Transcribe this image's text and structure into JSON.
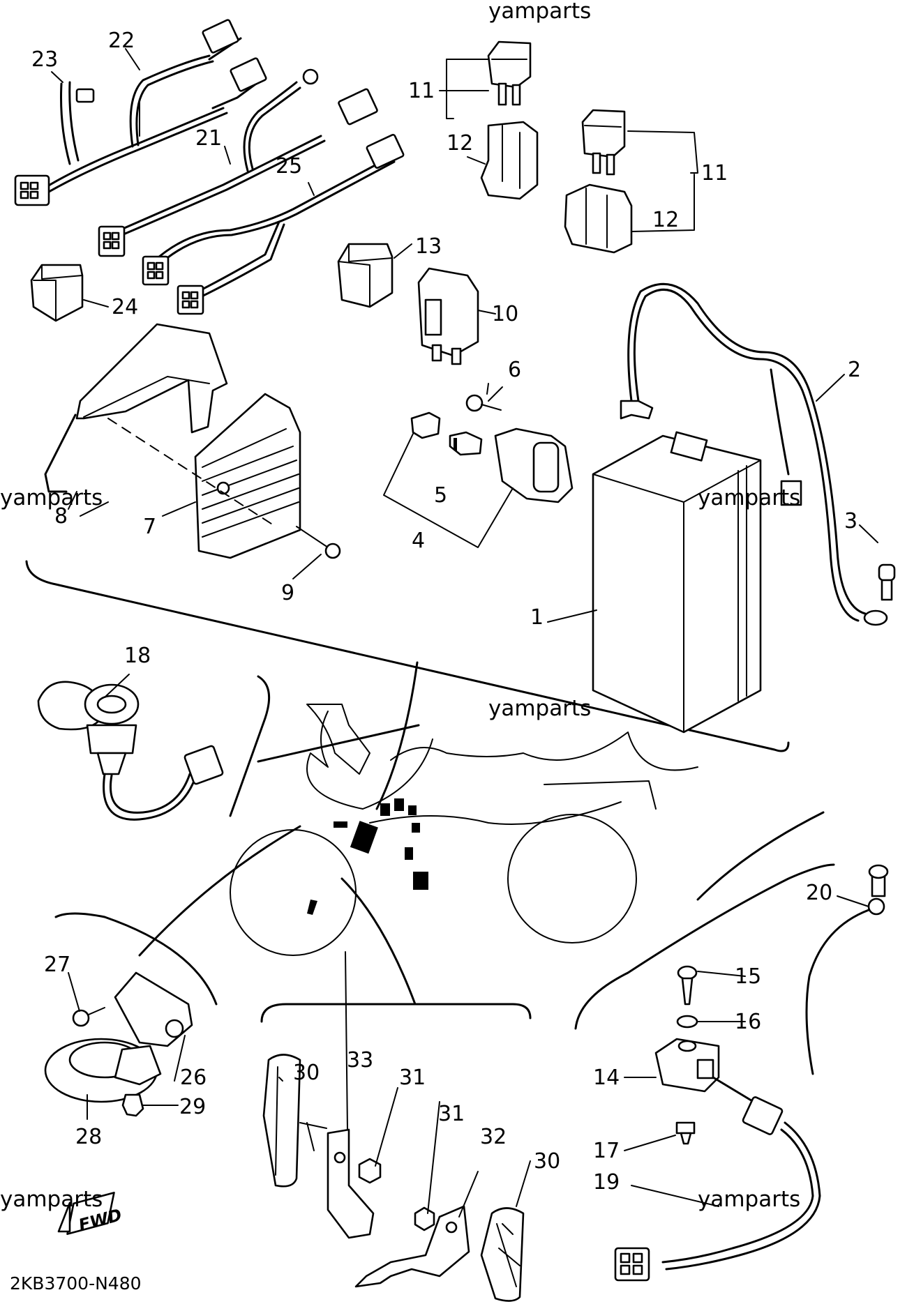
{
  "diagram": {
    "code": "2KB3700-N480",
    "fwd_label": "FWD",
    "watermarks": [
      "yamparts",
      "yamparts",
      "yamparts",
      "yamparts",
      "yamparts",
      "yamparts"
    ],
    "callouts": [
      "1",
      "2",
      "3",
      "4",
      "5",
      "6",
      "7",
      "8",
      "9",
      "10",
      "11",
      "11",
      "12",
      "12",
      "13",
      "14",
      "15",
      "16",
      "17",
      "18",
      "19",
      "20",
      "21",
      "22",
      "23",
      "24",
      "25",
      "26",
      "27",
      "28",
      "29",
      "30",
      "30",
      "31",
      "31",
      "32",
      "33"
    ]
  }
}
